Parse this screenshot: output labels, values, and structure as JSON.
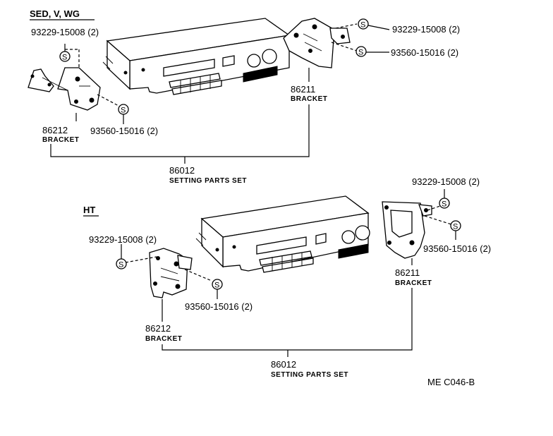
{
  "sections": {
    "top": {
      "title": "SED, V, WG",
      "left_bolt_top": "93229-15008 (2)",
      "left_bolt_bottom": "93560-15016 (2)",
      "left_bracket_no": "86212",
      "left_bracket_name": "BRACKET",
      "right_bolt_top": "93229-15008 (2)",
      "right_bolt_bottom": "93560-15016 (2)",
      "right_bracket_no": "86211",
      "right_bracket_name": "BRACKET",
      "set_no": "86012",
      "set_name": "SETTING PARTS SET"
    },
    "bottom": {
      "title": "HT",
      "left_bolt_top": "93229-15008 (2)",
      "left_bolt_bottom": "93560-15016 (2)",
      "left_bracket_no": "86212",
      "left_bracket_name": "BRACKET",
      "right_bolt_top": "93229-15008 (2)",
      "right_bolt_bottom": "93560-15016 (2)",
      "right_bracket_no": "86211",
      "right_bracket_name": "BRACKET",
      "set_no": "86012",
      "set_name": "SETTING PARTS SET"
    }
  },
  "screw_symbol": "S",
  "figure_code": "ME C046-B"
}
